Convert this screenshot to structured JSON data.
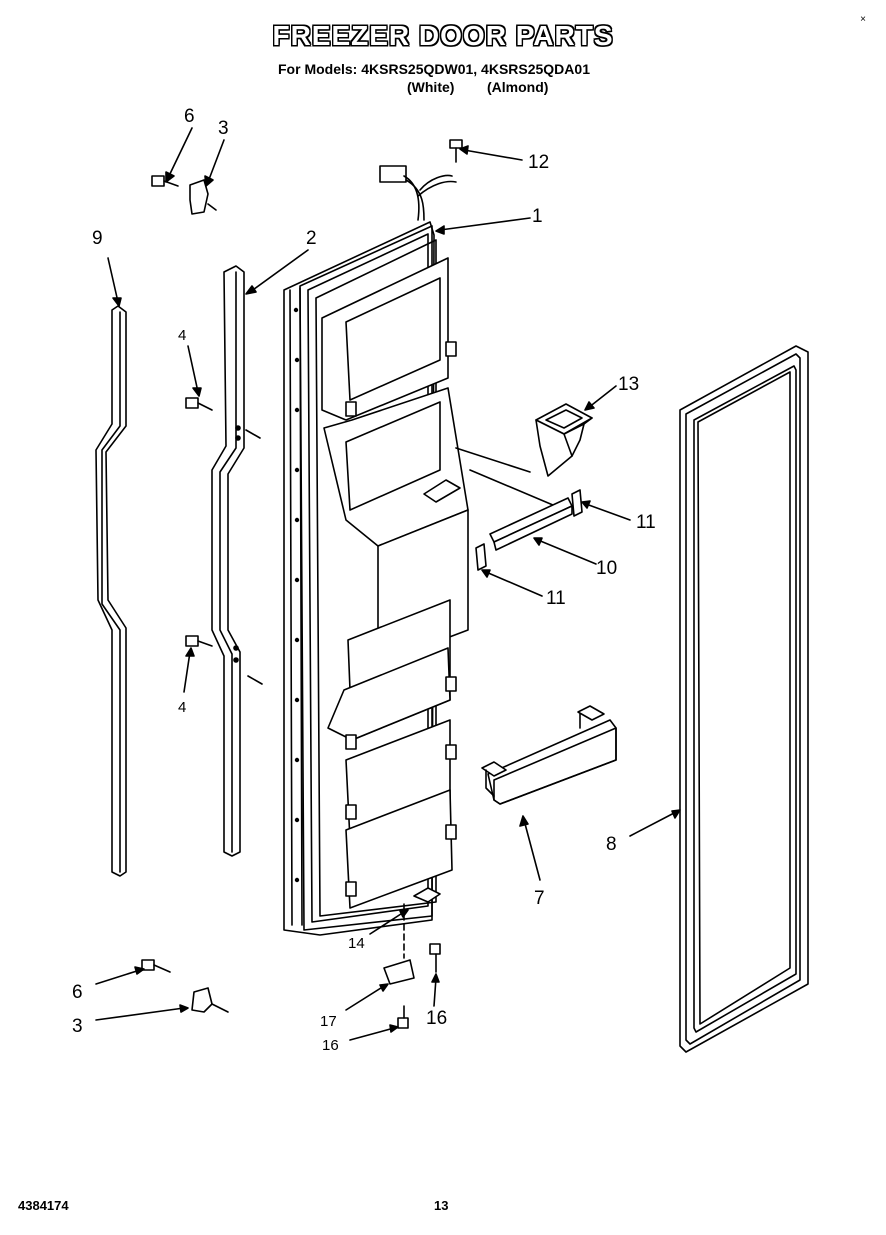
{
  "header": {
    "title": "FREEZER DOOR PARTS",
    "models_line": "For Models: 4KSRS25QDW01, 4KSRS25QDA01",
    "variant_white": "(White)",
    "variant_almond": "(Almond)",
    "corner_mark": "×"
  },
  "callouts": {
    "c1": "1",
    "c2": "2",
    "c3a": "3",
    "c3b": "3",
    "c4a": "4",
    "c4b": "4",
    "c6a": "6",
    "c6b": "6",
    "c7": "7",
    "c8": "8",
    "c9": "9",
    "c10": "10",
    "c11a": "11",
    "c11b": "11",
    "c12": "12",
    "c13": "13",
    "c14": "14",
    "c16a": "16",
    "c16b": "16",
    "c17": "17"
  },
  "footer": {
    "doc_number": "4384174",
    "page_number": "13"
  }
}
